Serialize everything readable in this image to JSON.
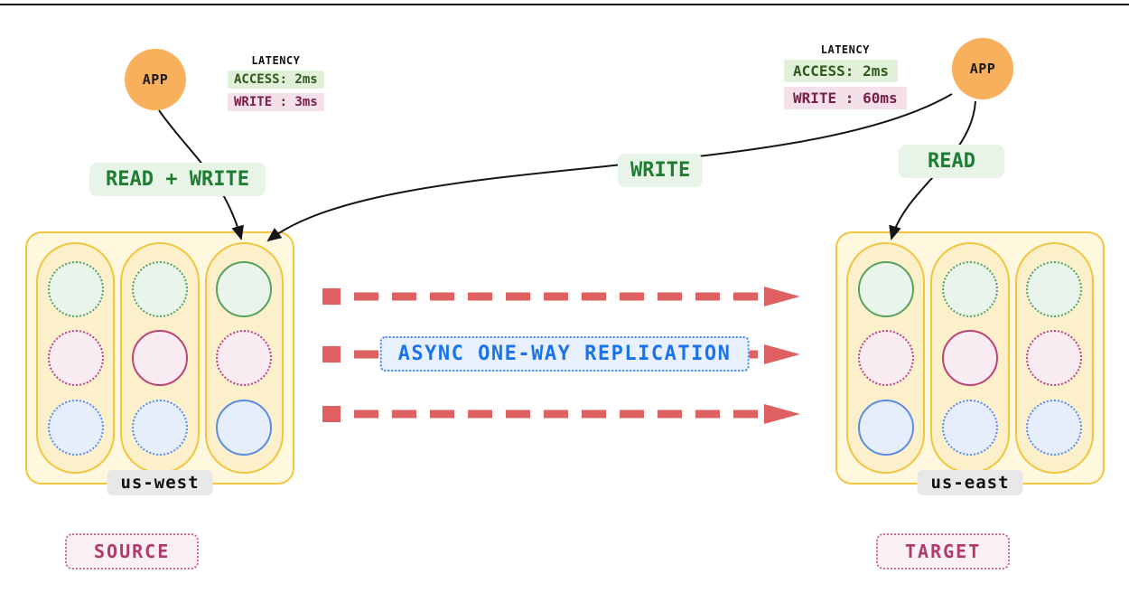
{
  "colors": {
    "app_orange": "#F8B05C",
    "replication_arrow_red": "#DF6060",
    "green_accent": "#1E7D32",
    "blue_accent": "#1A73E8",
    "pink_accent": "#B23A6A",
    "cluster_yellow_border": "#F3C53F",
    "arrow_black": "#161616"
  },
  "apps": {
    "left": "APP",
    "right": "APP"
  },
  "latency_left": {
    "title": "LATENCY",
    "access": "ACCESS: 2ms",
    "write": "WRITE : 3ms"
  },
  "latency_right": {
    "title": "LATENCY",
    "access": "ACCESS: 2ms",
    "write": "WRITE : 60ms"
  },
  "labels": {
    "read_write": "READ + WRITE",
    "write": "WRITE",
    "read": "READ",
    "replication": "ASYNC ONE-WAY REPLICATION",
    "source": "SOURCE",
    "target": "TARGET"
  },
  "clusters": {
    "left": {
      "name": "us-west",
      "columns": [
        [
          {
            "color": "green",
            "style": "dotted"
          },
          {
            "color": "pink",
            "style": "dotted"
          },
          {
            "color": "blue",
            "style": "dotted"
          }
        ],
        [
          {
            "color": "green",
            "style": "dotted"
          },
          {
            "color": "pink",
            "style": "solid"
          },
          {
            "color": "blue",
            "style": "dotted"
          }
        ],
        [
          {
            "color": "green",
            "style": "solid"
          },
          {
            "color": "pink",
            "style": "dotted"
          },
          {
            "color": "blue",
            "style": "solid"
          }
        ]
      ]
    },
    "right": {
      "name": "us-east",
      "columns": [
        [
          {
            "color": "green",
            "style": "solid"
          },
          {
            "color": "pink",
            "style": "dotted"
          },
          {
            "color": "blue",
            "style": "solid"
          }
        ],
        [
          {
            "color": "green",
            "style": "dotted"
          },
          {
            "color": "pink",
            "style": "solid"
          },
          {
            "color": "blue",
            "style": "dotted"
          }
        ],
        [
          {
            "color": "green",
            "style": "dotted"
          },
          {
            "color": "pink",
            "style": "dotted"
          },
          {
            "color": "blue",
            "style": "dotted"
          }
        ]
      ]
    }
  }
}
